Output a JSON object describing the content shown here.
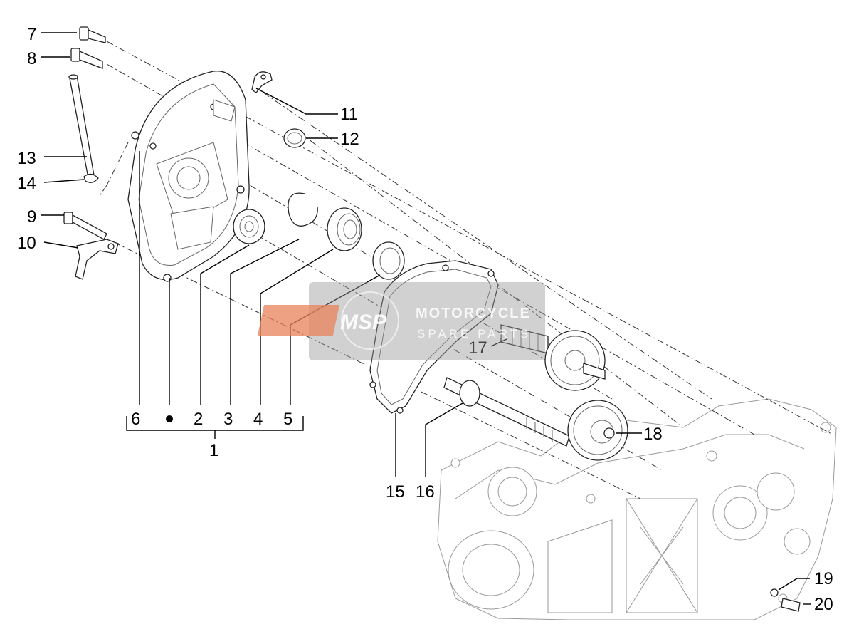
{
  "callouts": {
    "c1": "1",
    "c2": "2",
    "c3": "3",
    "c4": "4",
    "c5": "5",
    "c6": "6",
    "c7": "7",
    "c8": "8",
    "c9": "9",
    "c10": "10",
    "c11": "11",
    "c12": "12",
    "c13": "13",
    "c14": "14",
    "c15": "15",
    "c16": "16",
    "c17": "17",
    "c18": "18",
    "c19": "19",
    "c20": "20"
  },
  "watermark": {
    "logo": "MSP",
    "line1": "MOTORCYCLE",
    "line2": "SPARE PARTS"
  },
  "colors": {
    "ink": "#000000",
    "watermark_box": "#9a9a9a",
    "watermark_logo": "#e8825a"
  }
}
